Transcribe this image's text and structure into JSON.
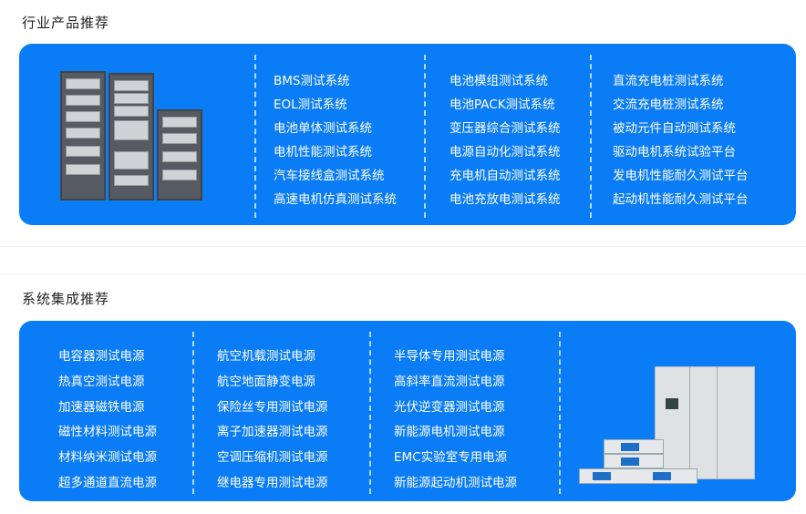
{
  "section1": {
    "title": "行业产品推荐",
    "columns": [
      [
        "BMS测试系统",
        "EOL测试系统",
        "电池单体测试系统",
        "电机性能测试系统",
        "汽车接线盒测试系统",
        "高速电机仿真测试系统"
      ],
      [
        "电池模组测试系统",
        "电池PACK测试系统",
        "变压器综合测试系统",
        "电源自动化测试系统",
        "充电机自动测试系统",
        "电池充放电测试系统"
      ],
      [
        "直流充电桩测试系统",
        "交流充电桩测试系统",
        "被动元件自动测试系统",
        "驱动电机系统试验平台",
        "发电机性能耐久测试平台",
        "起动机性能耐久测试平台"
      ]
    ]
  },
  "section2": {
    "title": "系统集成推荐",
    "columns": [
      [
        "电容器测试电源",
        "热真空测试电源",
        "加速器磁铁电源",
        "磁性材料测试电源",
        "材料纳米测试电源",
        "超多通道直流电源"
      ],
      [
        "航空机载测试电源",
        "航空地面静变电源",
        "保险丝专用测试电源",
        "离子加速器测试电源",
        "空调压缩机测试电源",
        "继电器专用测试电源"
      ],
      [
        "半导体专用测试电源",
        "高斜率直流测试电源",
        "光伏逆变器测试电源",
        "新能源电机测试电源",
        "EMC实验室专用电源",
        "新能源起动机测试电源"
      ]
    ]
  },
  "colors": {
    "accent": "#0a7cf6"
  }
}
